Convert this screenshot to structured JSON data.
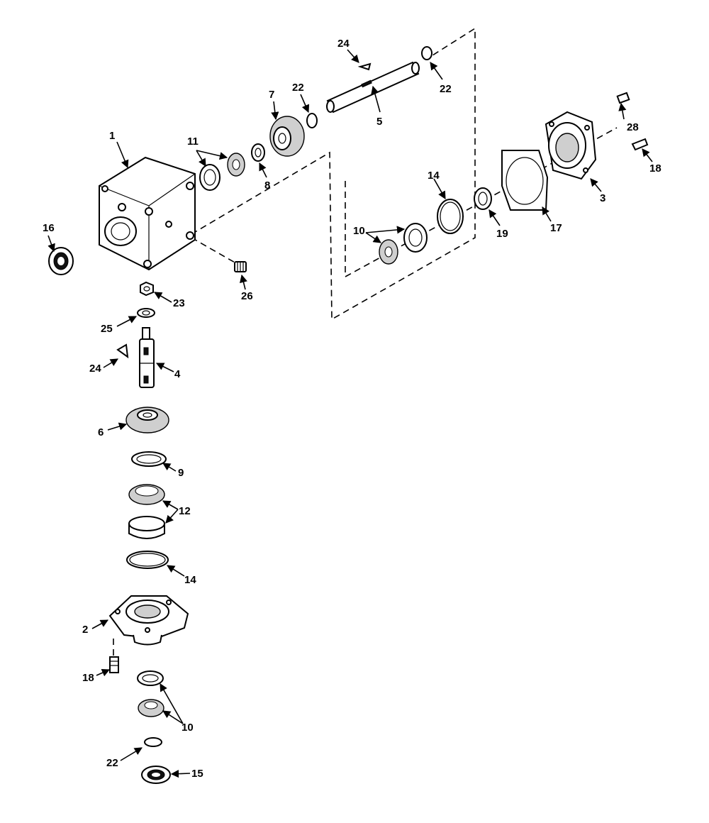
{
  "labels": {
    "l1": "1",
    "l2": "2",
    "l3": "3",
    "l4": "4",
    "l5": "5",
    "l6": "6",
    "l7": "7",
    "l8": "8",
    "l9": "9",
    "l10a": "10",
    "l10b": "10",
    "l11": "11",
    "l12": "12",
    "l14a": "14",
    "l14b": "14",
    "l15": "15",
    "l16": "16",
    "l17": "17",
    "l18a": "18",
    "l18b": "18",
    "l19": "19",
    "l22a": "22",
    "l22b": "22",
    "l22c": "22",
    "l23": "23",
    "l24a": "24",
    "l24b": "24",
    "l25": "25",
    "l26": "26",
    "l28": "28"
  }
}
